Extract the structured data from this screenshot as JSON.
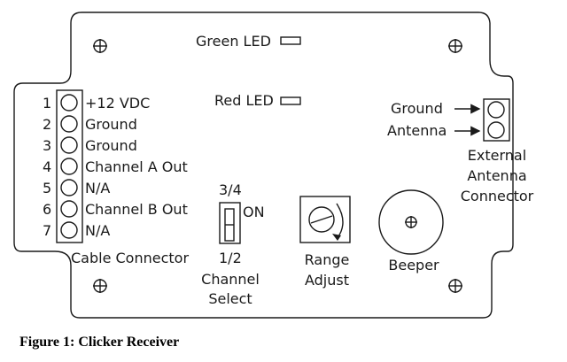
{
  "figure": {
    "caption": "Figure 1: Clicker Receiver"
  },
  "leds": {
    "green_label": "Green LED",
    "red_label": "Red LED"
  },
  "connector": {
    "title": "Cable Connector",
    "pins": [
      {
        "number": "1",
        "label": "+12 VDC"
      },
      {
        "number": "2",
        "label": "Ground"
      },
      {
        "number": "3",
        "label": "Ground"
      },
      {
        "number": "4",
        "label": "Channel A Out"
      },
      {
        "number": "5",
        "label": "N/A"
      },
      {
        "number": "6",
        "label": "Channel B Out"
      },
      {
        "number": "7",
        "label": "N/A"
      }
    ]
  },
  "channel_select": {
    "top_label": "3/4",
    "on_label": "ON",
    "bottom_label": "1/2",
    "title_line1": "Channel",
    "title_line2": "Select"
  },
  "range_adjust": {
    "line1": "Range",
    "line2": "Adjust"
  },
  "beeper": {
    "label": "Beeper"
  },
  "antenna": {
    "ground_label": "Ground",
    "antenna_label": "Antenna",
    "title_line1": "External",
    "title_line2": "Antenna",
    "title_line3": "Connector"
  }
}
